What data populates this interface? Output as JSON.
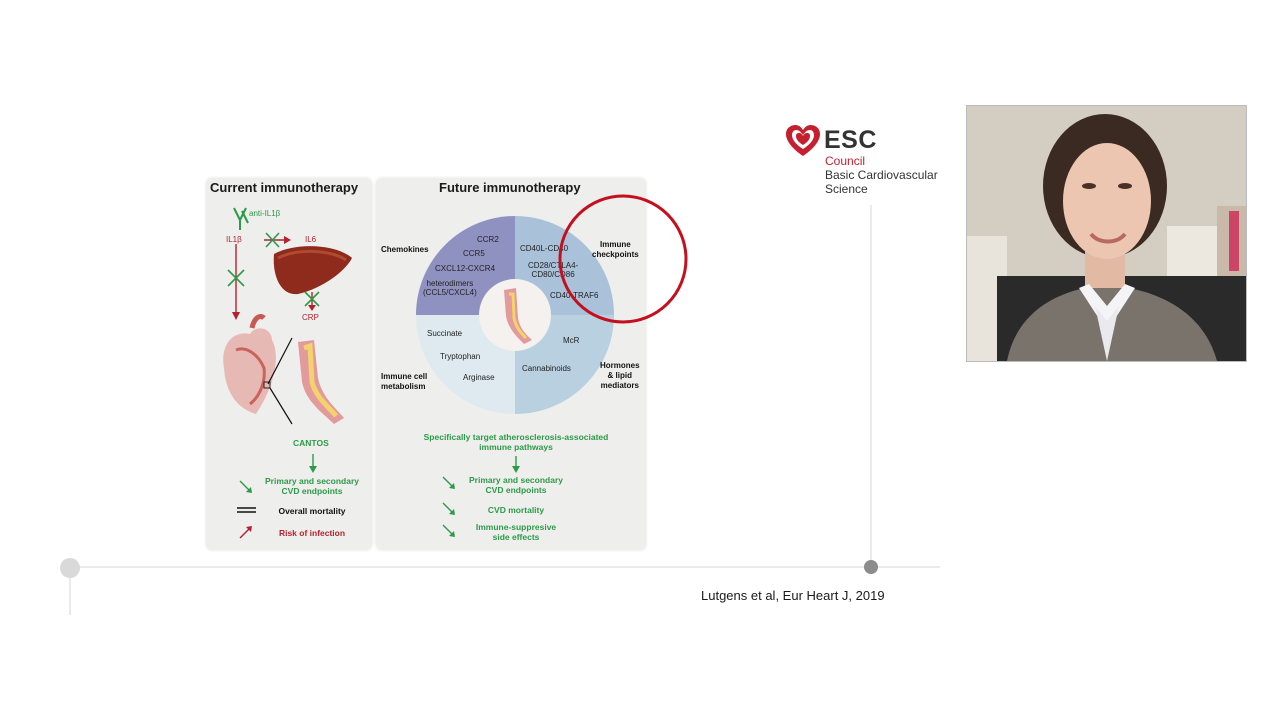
{
  "figure": {
    "left_panel": {
      "title": "Current immunotherapy",
      "anti_il1b": "anti-IL1β",
      "il1b": "IL1β",
      "il6": "IL6",
      "crp": "CRP",
      "trial": "CANTOS",
      "outcomes": [
        {
          "text": "Primary and secondary\nCVD endpoints",
          "color": "#2c9a48"
        },
        {
          "text": "Overall mortality",
          "color": "#111111"
        },
        {
          "text": "Risk of infection",
          "color": "#b3222d"
        }
      ]
    },
    "right_panel": {
      "title": "Future immunotherapy",
      "categories": {
        "chemokines": "Chemokines",
        "immune_checkpoints": "Immune\ncheckpoints",
        "immune_cell_metabolism": "Immune cell\nmetabolism",
        "hormones": "Hormones\n& lipid\nmediators"
      },
      "wheel": {
        "chemokines": [
          "CCR2",
          "CCR5",
          "CXCL12-CXCR4",
          "heterodimers\n(CCL5/CXCL4)"
        ],
        "checkpoints": [
          "CD40L-CD40",
          "CD28/CTLA4-\nCD80/CD86",
          "CD40-TRAF6"
        ],
        "metabolism": [
          "Succinate",
          "Tryptophan",
          "Arginase"
        ],
        "hormones": [
          "McR",
          "Cannabinoids"
        ]
      },
      "target_text": "Specifically target atherosclerosis-associated\nimmune pathways",
      "outcomes": [
        "Primary and secondary\nCVD endpoints",
        "CVD mortality",
        "Immune-suppresive\nside effects"
      ]
    }
  },
  "logo": {
    "name": "ESC",
    "council": "Council",
    "subtitle": "Basic Cardiovascular\nScience",
    "brand_color": "#c4202f"
  },
  "citation": "Lutgens et al, Eur Heart J, 2019",
  "colors": {
    "accent_green": "#2c9a48",
    "accent_red": "#b3222d",
    "highlight_circle": "#c4101e",
    "wheel_purple": "#8f91c0",
    "wheel_blue": "#a9c2da",
    "wheel_light": "#dfeaf0"
  }
}
